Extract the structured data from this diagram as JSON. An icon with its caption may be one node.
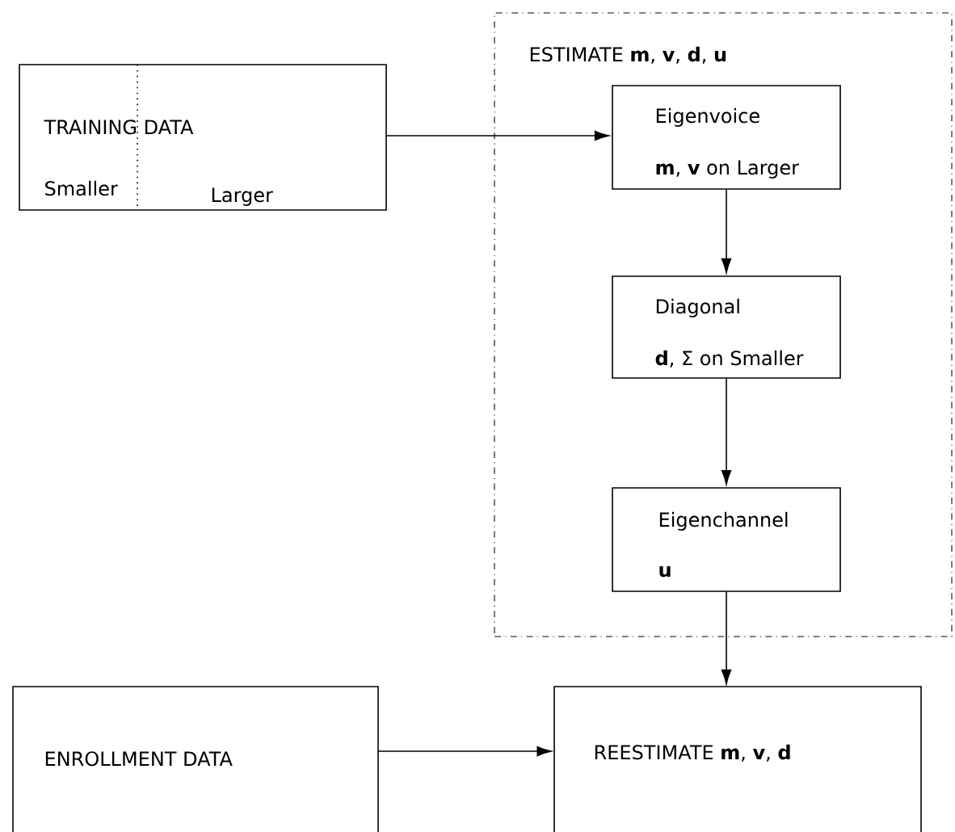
{
  "diagram": {
    "nodes": [
      {
        "text": [
          "TRAINING DATA",
          "Smaller",
          "Larger"
        ]
      },
      {
        "text": [
          "ESTIMATE **m**, **v**, **d**, **u**"
        ]
      },
      {
        "text": [
          "Eigenvoice",
          "**m**, **v** on Larger"
        ],
        "in": 1
      },
      {
        "text": [
          "Diagonal",
          "**d**, Σ on Smaller"
        ],
        "in": 1
      },
      {
        "text": [
          "Eigenchannel",
          "**u**"
        ],
        "in": 1
      },
      {
        "text": [
          "ENROLLMENT DATA"
        ]
      },
      {
        "text": [
          "REESTIMATE **m**, **v**, **d**"
        ]
      }
    ],
    "edges": [
      {
        "from": 0,
        "to": 2,
        "arrow": "to"
      },
      {
        "from": 2,
        "to": 3,
        "arrow": "to"
      },
      {
        "from": 3,
        "to": 4,
        "arrow": "to"
      },
      {
        "from": 4,
        "to": 6,
        "arrow": "to"
      },
      {
        "from": 5,
        "to": 6,
        "arrow": "to"
      }
    ]
  }
}
